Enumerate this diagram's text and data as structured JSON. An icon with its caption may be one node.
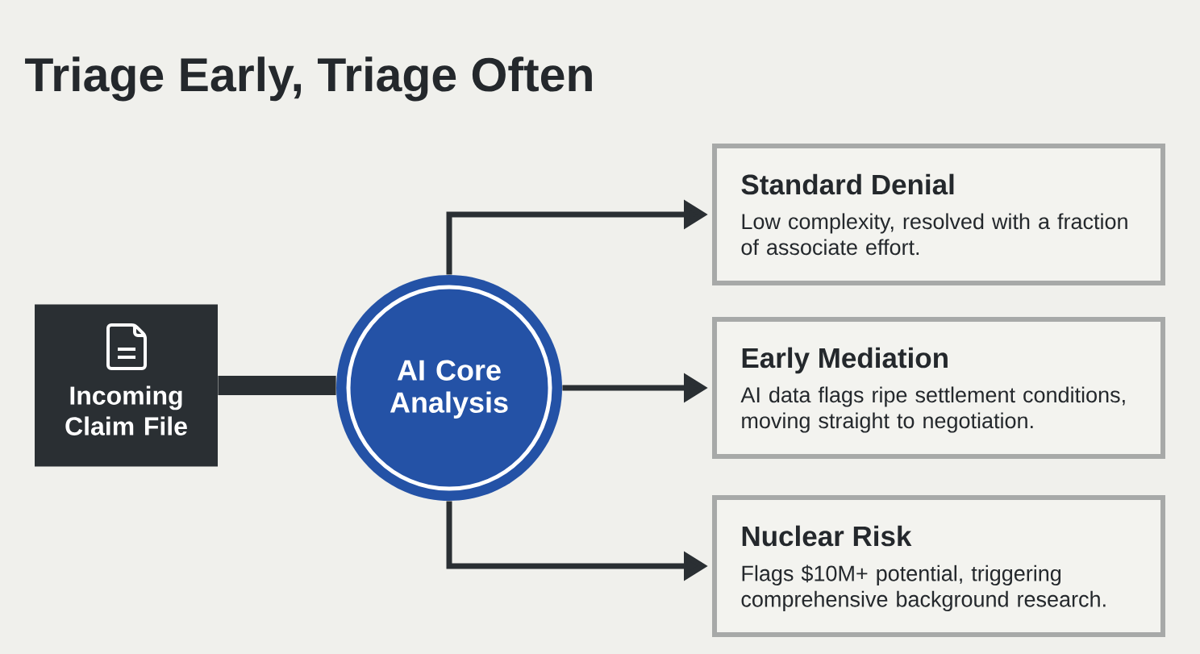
{
  "diagram": {
    "title": "Triage Early, Triage Often",
    "nodes": [
      {
        "text": [
          "Incoming Claim File"
        ]
      },
      {
        "text": [
          "AI Core Analysis"
        ]
      },
      {
        "text": [
          "Standard Denial",
          "Low complexity, resolved with a fraction of associate effort."
        ]
      },
      {
        "text": [
          "Early Mediation",
          "AI data flags ripe settlement conditions, moving straight to negotiation."
        ]
      },
      {
        "text": [
          "Nuclear Risk",
          "Flags $10M+ potential, triggering comprehensive background research."
        ]
      }
    ],
    "edges": [
      {
        "from": 0,
        "to": 1,
        "arrow": "none",
        "style": "thick"
      },
      {
        "from": 1,
        "to": 2,
        "arrow": "to"
      },
      {
        "from": 1,
        "to": 3,
        "arrow": "to"
      },
      {
        "from": 1,
        "to": 4,
        "arrow": "to"
      }
    ]
  }
}
